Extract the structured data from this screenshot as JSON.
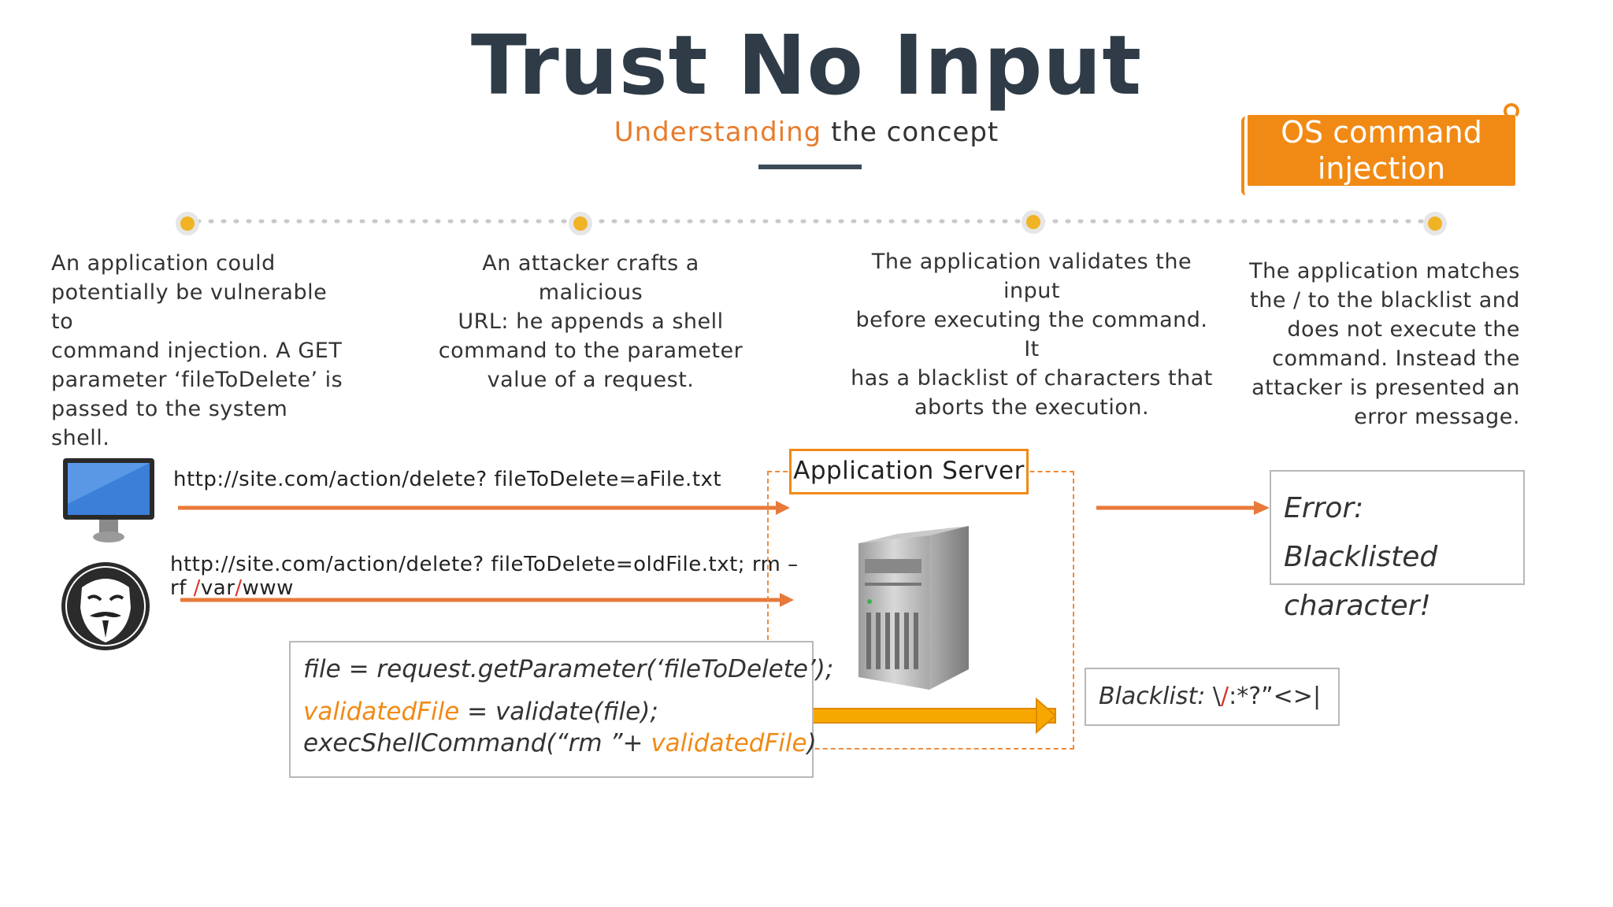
{
  "header": {
    "title": "Trust No Input",
    "subtitle_highlight": "Understanding",
    "subtitle_rest": " the concept"
  },
  "banner": {
    "label": "OS command injection"
  },
  "steps": [
    {
      "text": "An application could\npotentially be vulnerable to\ncommand injection. A GET\nparameter ‘fileToDelete’ is\npassed to the system shell."
    },
    {
      "text": "An attacker crafts a malicious\nURL: he appends a shell\ncommand to the parameter\nvalue of a request."
    },
    {
      "text": "The application validates the input\nbefore executing the command. It\nhas a blacklist of characters that\naborts the execution."
    },
    {
      "text": "The application matches\nthe / to the blacklist and\ndoes not execute the\ncommand. Instead the\nattacker is presented an\nerror message."
    }
  ],
  "flow": {
    "url_normal": "http://site.com/action/delete? fileToDelete=aFile.txt",
    "url_malicious_part1": "http://site.com/action/delete? fileToDelete=oldFile.txt; rm –",
    "url_malicious_part2a": "rf ",
    "url_malicious_slash1": "/",
    "url_malicious_var": "var",
    "url_malicious_slash2": "/",
    "url_malicious_www": "www",
    "server_label": "Application Server",
    "error_line1": "Error: Blacklisted",
    "error_line2": "character!",
    "blacklist_label": "Blacklist: ",
    "blacklist_backslash": "\\",
    "blacklist_slash": "/",
    "blacklist_rest": ":*?”<>|"
  },
  "code": {
    "line1": "file = request.getParameter(‘fileToDelete’);",
    "line2_var": "validatedFile",
    "line2_rest": " = validate(file);",
    "line3_prefix": "execShellCommand(“rm ”+ ",
    "line3_var": "validatedFile",
    "line3_suffix": ")"
  },
  "colors": {
    "accent_orange": "#f18a15",
    "arrow_orange": "#e8793a",
    "title_dark": "#2f3c47",
    "highlight_red": "#d9342b",
    "double_arrow": "#f7a800"
  },
  "icons": {
    "monitor": "desktop-monitor-icon",
    "attacker": "anonymous-mask-icon",
    "server": "server-tower-icon"
  }
}
